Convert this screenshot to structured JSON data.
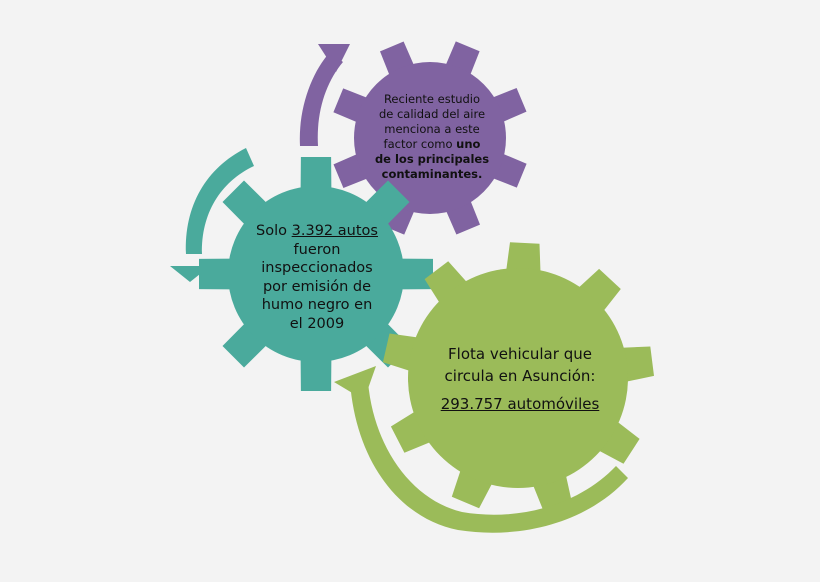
{
  "gears": {
    "purple": {
      "line1": "Reciente estudio",
      "line2": "de calidad del aire",
      "line3": "menciona a este",
      "line4_plain": "factor como ",
      "line4_bold": "uno",
      "line5_bold": "de los principales",
      "line6_bold": "contaminantes.",
      "color": "#8063a1"
    },
    "teal": {
      "prefix": "Solo ",
      "highlight": "3.392 autos",
      "line2": "fueron",
      "line3": "inspeccionados",
      "line4": "por emisión de",
      "line5": "humo negro en",
      "line6": "el 2009",
      "color": "#4aaa9c"
    },
    "green": {
      "line1": "Flota vehicular que",
      "line2": "circula en Asunción:",
      "highlight": "293.757 automóviles",
      "color": "#9bbb59"
    }
  },
  "arrows": {
    "purple_color": "#8063a1",
    "teal_color": "#4aaa9c",
    "green_color": "#9bbb59"
  }
}
